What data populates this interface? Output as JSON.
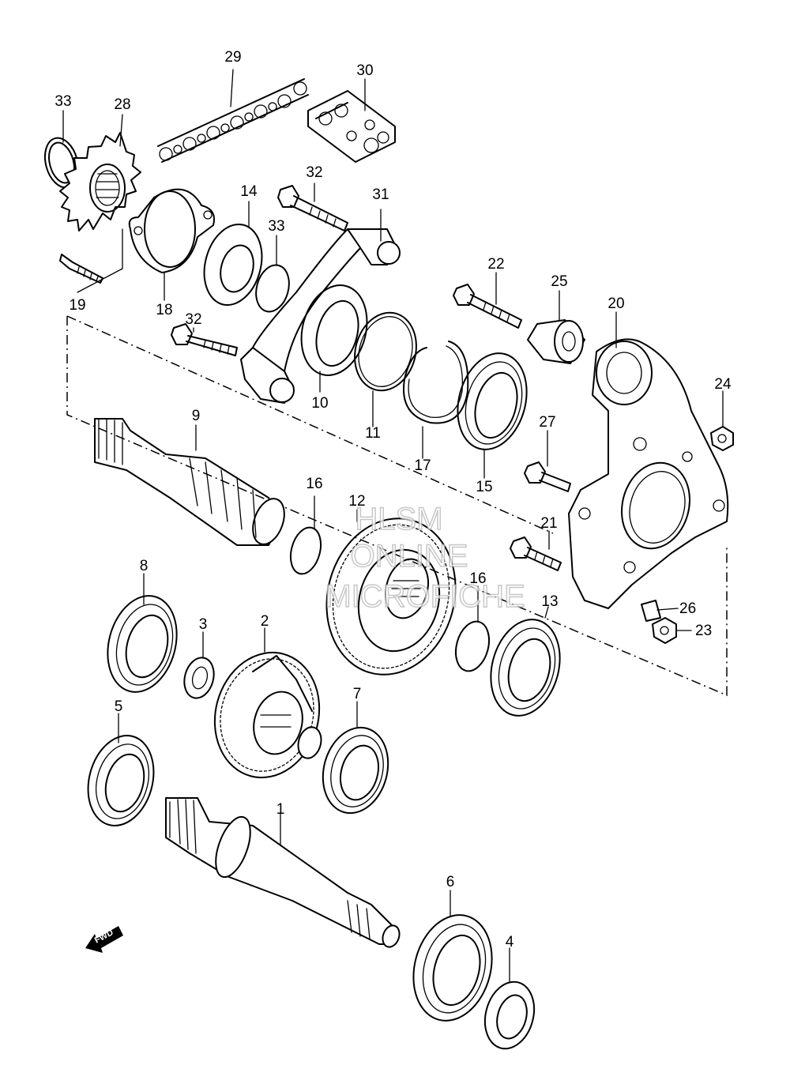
{
  "watermark": [
    "HLSM",
    "ONLINE",
    "MICROFICHE"
  ],
  "fwd_label": "FWD",
  "part_labels": {
    "p1": "1",
    "p2": "2",
    "p3": "3",
    "p4": "4",
    "p5": "5",
    "p6": "6",
    "p7": "7",
    "p8": "8",
    "p9": "9",
    "p10": "10",
    "p11": "11",
    "p12": "12",
    "p13": "13",
    "p14": "14",
    "p15": "15",
    "p16a": "16",
    "p16b": "16",
    "p17": "17",
    "p18": "18",
    "p19": "19",
    "p20": "20",
    "p21": "21",
    "p22": "22",
    "p23": "23",
    "p24": "24",
    "p25": "25",
    "p26": "26",
    "p27": "27",
    "p28": "28",
    "p29": "29",
    "p30": "30",
    "p31": "31",
    "p32a": "32",
    "p32b": "32",
    "p33a": "33",
    "p33b": "33"
  }
}
